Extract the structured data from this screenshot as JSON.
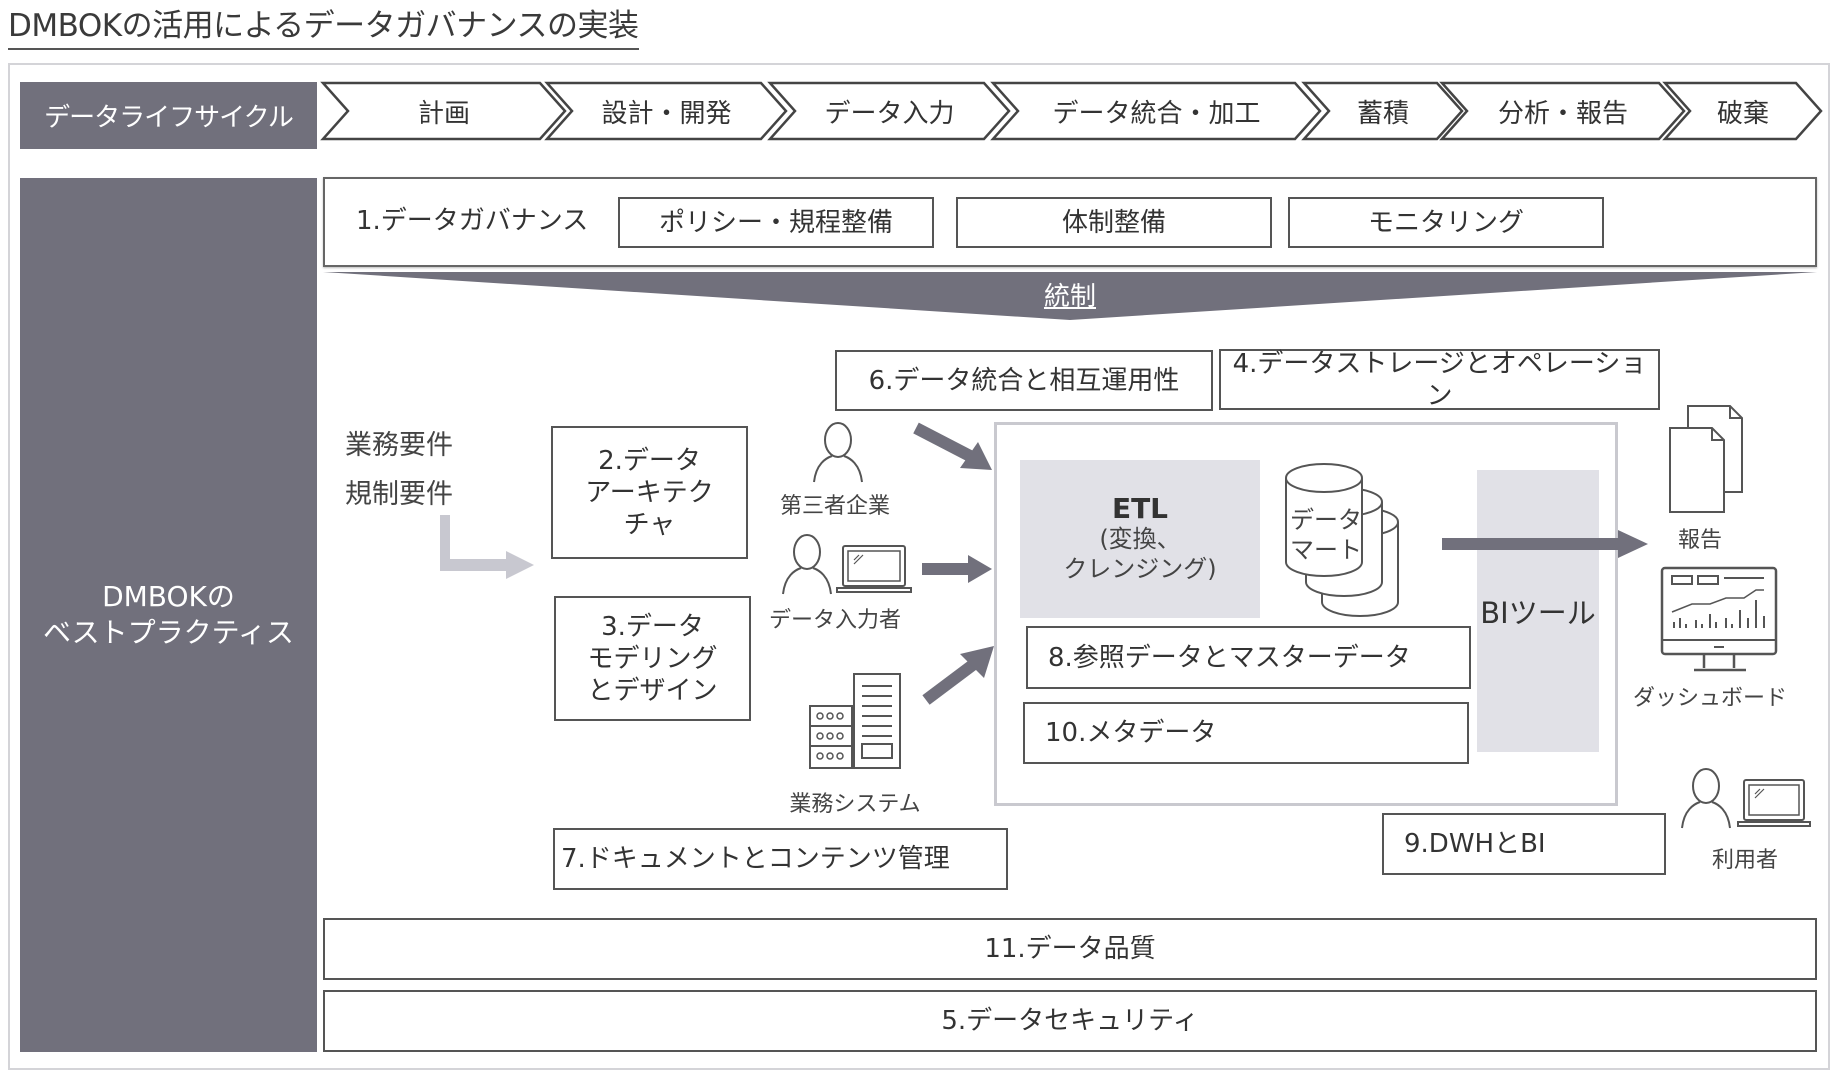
{
  "title": "DMBOKの活用によるデータガバナンスの実装",
  "lifecycle": {
    "label": "データライフサイクル",
    "stages": [
      "計画",
      "設計・開発",
      "データ入力",
      "データ統合・加工",
      "蓄積",
      "分析・報告",
      "破棄"
    ]
  },
  "sidebar": {
    "line1": "DMBOKの",
    "line2": "ベストプラクティス"
  },
  "governance": {
    "label": "1.データガバナンス",
    "items": [
      "ポリシー・規程整備",
      "体制整備",
      "モニタリング"
    ],
    "control_label": "統制"
  },
  "requirements": [
    "業務要件",
    "規制要件"
  ],
  "knowledge_areas": {
    "architecture": [
      "2.データ",
      "アーキテク",
      "チャ"
    ],
    "modeling": [
      "3.データ",
      "モデリング",
      "とデザイン"
    ],
    "storage": "4.データストレージとオペレーション",
    "integration": "6.データ統合と相互運用性",
    "documents": "7.ドキュメントとコンテンツ管理",
    "reference": "8.参照データとマスターデータ",
    "dwh": "9.DWHとBI",
    "metadata": "10.メタデータ",
    "quality": "11.データ品質",
    "security": "5.データセキュリティ"
  },
  "sources": {
    "third_party": "第三者企業",
    "data_entry": "データ入力者",
    "business_system": "業務システム"
  },
  "processing": {
    "etl_title": "ETL",
    "etl_sub1": "(変換、",
    "etl_sub2": "クレンジング)",
    "datamart_line1": "データ",
    "datamart_line2": "マート",
    "bi_tool": "BIツール"
  },
  "outputs": {
    "report": "報告",
    "dashboard": "ダッシュボード",
    "user": "利用者"
  },
  "colors": {
    "dark_fill": "#71707c",
    "light_fill": "#e1e1e7",
    "border": "#555555",
    "req_arrow": "#c8c8d0"
  }
}
